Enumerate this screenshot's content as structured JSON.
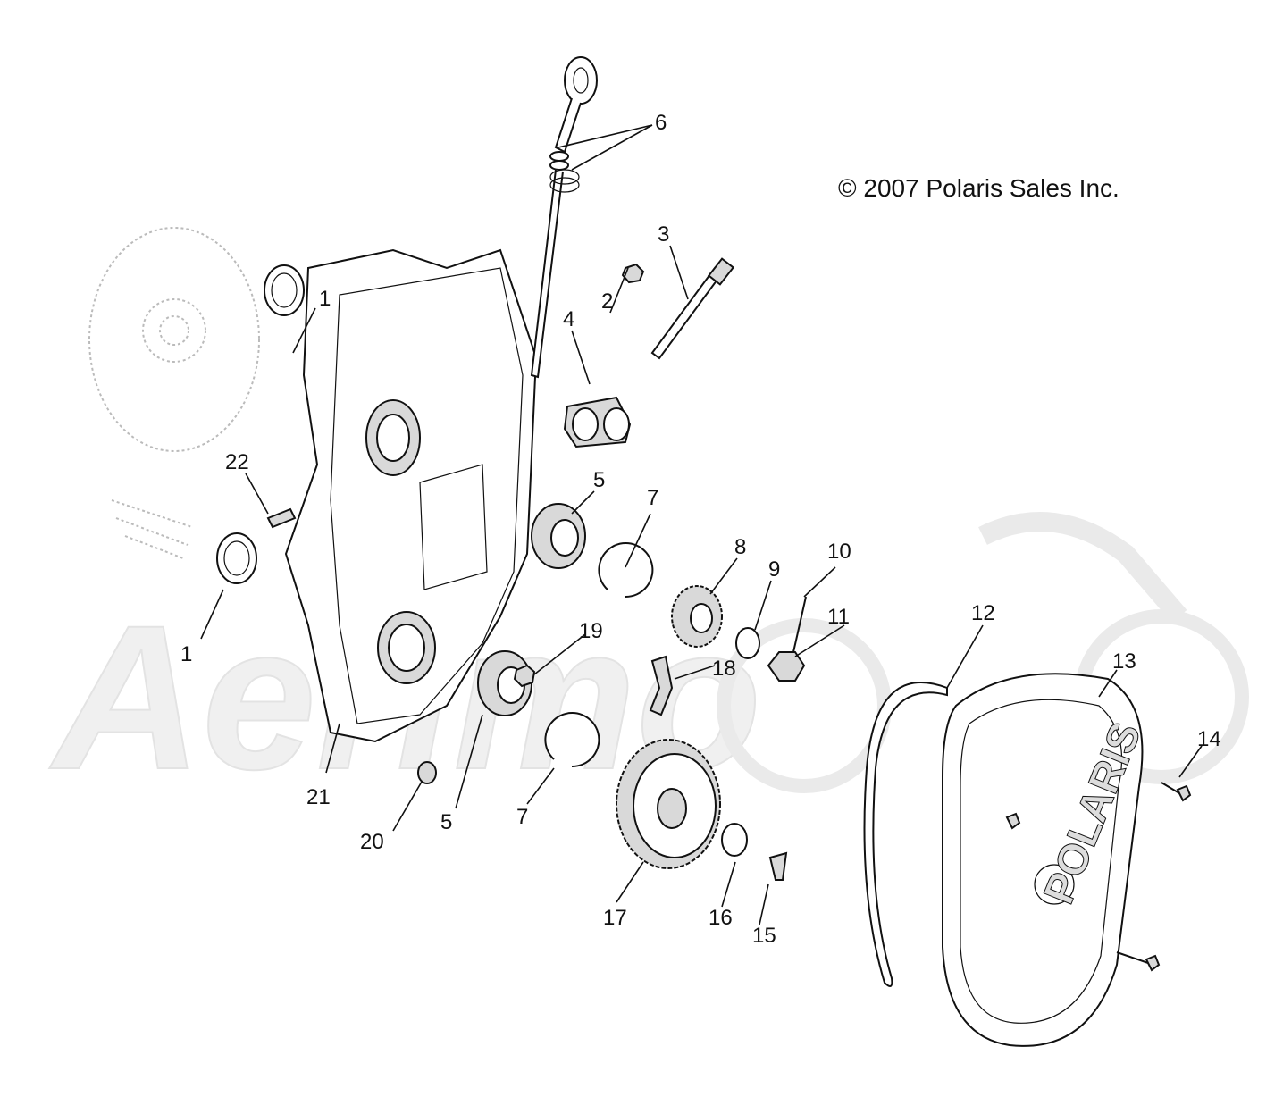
{
  "copyright": "© 2007 Polaris Sales Inc.",
  "watermark": "Aerimo",
  "callouts": [
    {
      "id": "c1a",
      "text": "1"
    },
    {
      "id": "c1b",
      "text": "1"
    },
    {
      "id": "c2",
      "text": "2"
    },
    {
      "id": "c3",
      "text": "3"
    },
    {
      "id": "c4",
      "text": "4"
    },
    {
      "id": "c5a",
      "text": "5"
    },
    {
      "id": "c5b",
      "text": "5"
    },
    {
      "id": "c6",
      "text": "6"
    },
    {
      "id": "c7a",
      "text": "7"
    },
    {
      "id": "c7b",
      "text": "7"
    },
    {
      "id": "c8",
      "text": "8"
    },
    {
      "id": "c9",
      "text": "9"
    },
    {
      "id": "c10",
      "text": "10"
    },
    {
      "id": "c11",
      "text": "11"
    },
    {
      "id": "c12",
      "text": "12"
    },
    {
      "id": "c13",
      "text": "13"
    },
    {
      "id": "c14",
      "text": "14"
    },
    {
      "id": "c15",
      "text": "15"
    },
    {
      "id": "c16",
      "text": "16"
    },
    {
      "id": "c17",
      "text": "17"
    },
    {
      "id": "c18",
      "text": "18"
    },
    {
      "id": "c19",
      "text": "19"
    },
    {
      "id": "c20",
      "text": "20"
    },
    {
      "id": "c21",
      "text": "21"
    },
    {
      "id": "c22",
      "text": "22"
    }
  ]
}
